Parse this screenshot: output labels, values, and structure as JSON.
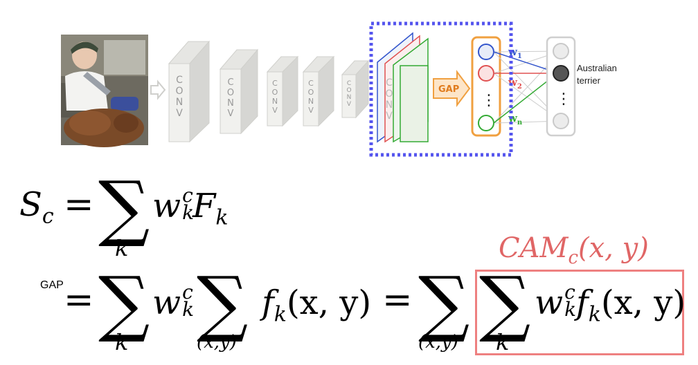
{
  "network": {
    "conv_label": "CONV",
    "gap_label": "GAP",
    "weights": [
      "w1",
      "w2",
      "wn"
    ],
    "weight_base": "w",
    "weight_subs": [
      "1",
      "2",
      "n"
    ],
    "output_class": [
      "Australian",
      "terrier"
    ],
    "ellipsis": "⋮"
  },
  "equations": {
    "sc_lhs": "S",
    "sc_lhs_sub": "c",
    "equals": "=",
    "sum_index_k": "k",
    "sum_index_xy": "(x,y)",
    "w": "w",
    "w_sup": "c",
    "w_sub": "k",
    "F": "F",
    "F_sub": "k",
    "f": "f",
    "f_sub": "k",
    "args": "(x, y)",
    "gap_marker": "GAP",
    "cam_label": "CAM",
    "cam_label_sub": "c",
    "cam_label_args": "(x, y)"
  },
  "colors": {
    "dotted_box": "#5555ee",
    "gap_orange": "#f0a040",
    "unit_blue": "#3355cc",
    "unit_red": "#e05050",
    "unit_green": "#33aa33",
    "cam_red": "#e06666",
    "conv_face": "#f1f1ee",
    "conv_side": "#d9d9d6"
  }
}
